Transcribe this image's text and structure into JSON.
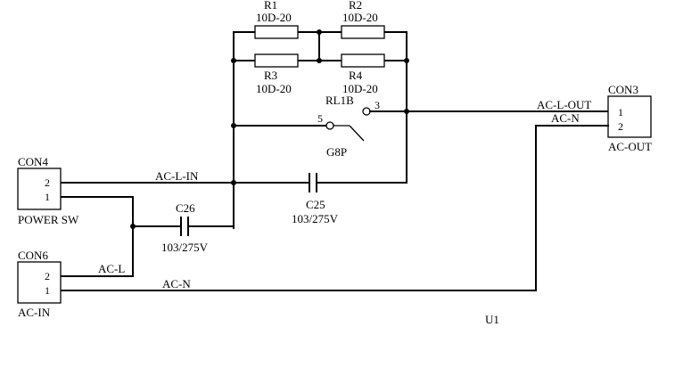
{
  "components": {
    "r1": {
      "ref": "R1",
      "value": "10D-20"
    },
    "r2": {
      "ref": "R2",
      "value": "10D-20"
    },
    "r3": {
      "ref": "R3",
      "value": "10D-20"
    },
    "r4": {
      "ref": "R4",
      "value": "10D-20"
    },
    "relay": {
      "ref": "RL1B",
      "model": "G8P",
      "pin_a": "5",
      "pin_b": "3"
    },
    "c25": {
      "ref": "C25",
      "value": "103/275V"
    },
    "c26": {
      "ref": "C26",
      "value": "103/275V"
    },
    "con3": {
      "ref": "CON3",
      "name": "AC-OUT",
      "pin1": "1",
      "pin2": "2"
    },
    "con4": {
      "ref": "CON4",
      "name": "POWER SW",
      "pin1": "2",
      "pin2": "1"
    },
    "con6": {
      "ref": "CON6",
      "name": "AC-IN",
      "pin1": "2",
      "pin2": "1"
    },
    "unit": "U1"
  },
  "nets": {
    "ac_l_in": "AC-L-IN",
    "ac_l_out": "AC-L-OUT",
    "ac_n_out": "AC-N",
    "ac_l": "AC-L",
    "ac_n": "AC-N"
  }
}
